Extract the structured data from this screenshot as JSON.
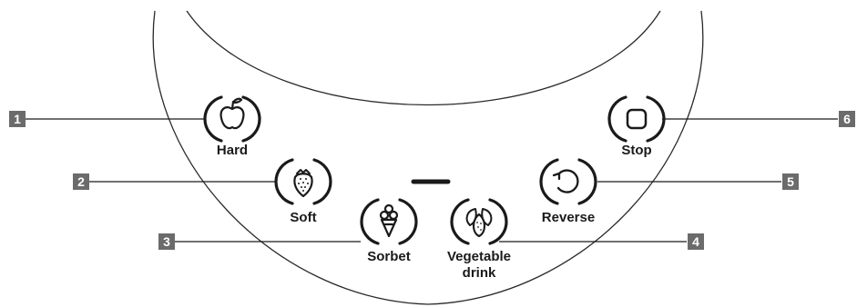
{
  "buttons": [
    {
      "id": 1,
      "label": "Hard",
      "icon": "apple-icon"
    },
    {
      "id": 2,
      "label": "Soft",
      "icon": "strawberry-icon"
    },
    {
      "id": 3,
      "label": "Sorbet",
      "icon": "ice-cream-cone-icon"
    },
    {
      "id": 4,
      "label": "Vegetable",
      "label2": "drink",
      "icon": "almond-icon"
    },
    {
      "id": 5,
      "label": "Reverse",
      "icon": "reverse-arrow-icon"
    },
    {
      "id": 6,
      "label": "Stop",
      "icon": "stop-square-icon"
    }
  ],
  "callouts": [
    "1",
    "2",
    "3",
    "4",
    "5",
    "6"
  ],
  "colors": {
    "line": "#1a1a1a",
    "callout_bg": "#6b6b6b",
    "callout_text": "#ffffff"
  }
}
